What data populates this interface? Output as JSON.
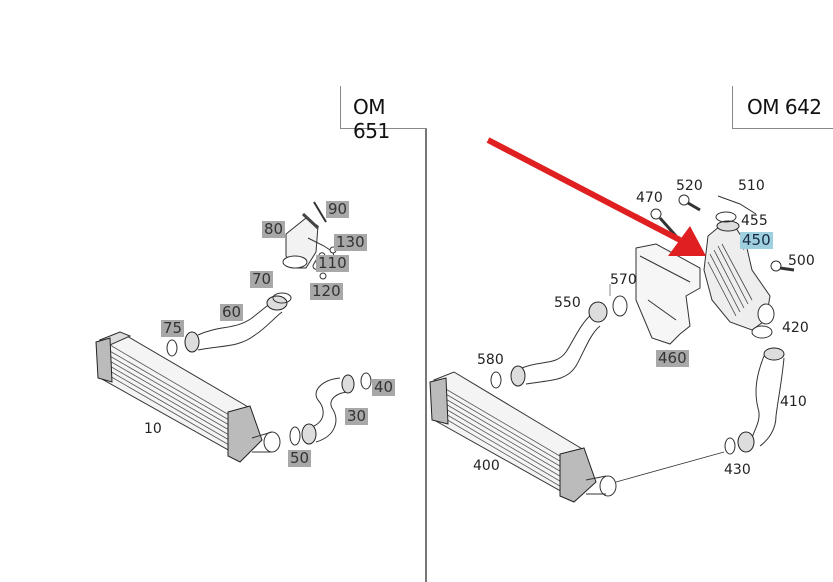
{
  "diagram": {
    "type": "exploded-parts-diagram",
    "subject": "Charge air cooler / intercooler hose system",
    "highlight_color": "#9fd0e0",
    "grey_label_color": "#a8a8a8",
    "arrow_color": "#e02020"
  },
  "left_panel": {
    "engine_label": "OM 651",
    "callouts": [
      {
        "id": "90",
        "style": "grey"
      },
      {
        "id": "80",
        "style": "grey"
      },
      {
        "id": "130",
        "style": "grey"
      },
      {
        "id": "110",
        "style": "grey"
      },
      {
        "id": "70",
        "style": "grey"
      },
      {
        "id": "120",
        "style": "grey"
      },
      {
        "id": "60",
        "style": "grey"
      },
      {
        "id": "75",
        "style": "grey"
      },
      {
        "id": "40",
        "style": "grey"
      },
      {
        "id": "30",
        "style": "grey"
      },
      {
        "id": "50",
        "style": "grey"
      },
      {
        "id": "10",
        "style": "plain"
      }
    ]
  },
  "right_panel": {
    "engine_label": "OM 642",
    "callouts": [
      {
        "id": "520",
        "style": "plain"
      },
      {
        "id": "510",
        "style": "plain"
      },
      {
        "id": "470",
        "style": "plain"
      },
      {
        "id": "455",
        "style": "plain"
      },
      {
        "id": "450",
        "style": "blue"
      },
      {
        "id": "500",
        "style": "plain"
      },
      {
        "id": "570",
        "style": "plain"
      },
      {
        "id": "550",
        "style": "plain"
      },
      {
        "id": "420",
        "style": "plain"
      },
      {
        "id": "460",
        "style": "grey"
      },
      {
        "id": "580",
        "style": "plain"
      },
      {
        "id": "410",
        "style": "plain"
      },
      {
        "id": "400",
        "style": "plain"
      },
      {
        "id": "430",
        "style": "plain"
      }
    ],
    "arrow_points_to": "450"
  }
}
